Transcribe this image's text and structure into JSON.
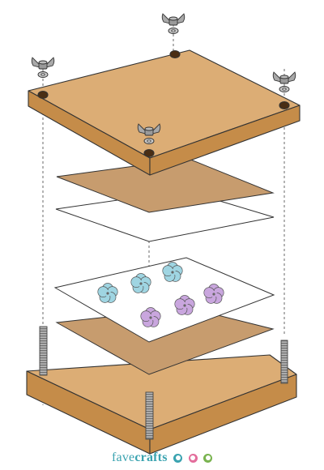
{
  "diagram": {
    "components": [
      {
        "id": "top-board",
        "label": "",
        "kind": "wood board with 4 bolt holes"
      },
      {
        "id": "cardboard-top",
        "label": "",
        "kind": "cardboard sheet"
      },
      {
        "id": "paper-top",
        "label": "",
        "kind": "paper sheet"
      },
      {
        "id": "paper-flowers",
        "label": "",
        "kind": "paper sheet with flowers"
      },
      {
        "id": "cardboard-bottom",
        "label": "",
        "kind": "cardboard sheet"
      },
      {
        "id": "bottom-board",
        "label": "",
        "kind": "wood board with 4 threaded rods"
      }
    ],
    "hardware": {
      "wing_nuts": 4,
      "washers": 4,
      "threaded_rods": 4
    },
    "flowers": [
      {
        "color": "blue",
        "count": 3
      },
      {
        "color": "purple",
        "count": 3
      }
    ]
  },
  "colors": {
    "wood_top": "#dcad75",
    "wood_side": "#c58c49",
    "cardboard": "#c79c6e",
    "paper": "#ffffff",
    "metal": "#a9a9a9",
    "flower_blue": "#9fd5e2",
    "flower_purple": "#c9a6de",
    "brand": "#3aa3b0"
  },
  "logo": {
    "part1": "fave",
    "part2": "crafts"
  }
}
